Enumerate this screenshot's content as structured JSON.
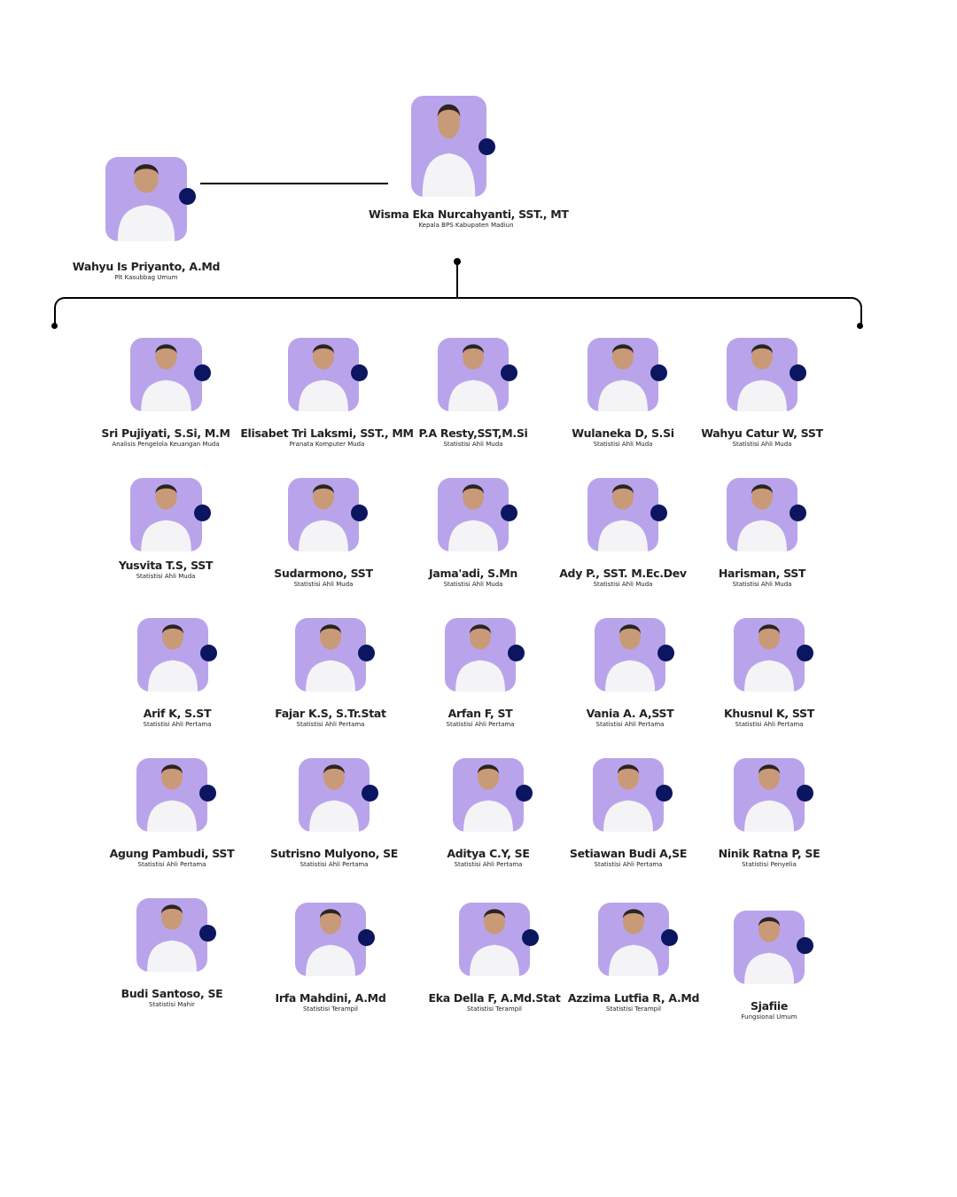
{
  "colors": {
    "card": "#b9a4ec",
    "dot": "#0b1560",
    "line": "#000000"
  },
  "head": {
    "name": "Wisma Eka Nurcahyanti, SST., MT",
    "role": "Kepala BPS Kabupaten Madiun"
  },
  "secretary": {
    "name": "Wahyu Is Priyanto, A.Md",
    "role": "Plt Kasubbag Umum"
  },
  "staff": [
    {
      "name": "Sri Pujiyati, S.Si, M.M",
      "role": "Analisis Pengelola Keuangan Muda"
    },
    {
      "name": "Elisabet Tri Laksmi, SST., MM",
      "role": "Pranata Komputer Muda"
    },
    {
      "name": "P.A Resty,SST,M.Si",
      "role": "Statistisi Ahli Muda"
    },
    {
      "name": "Wulaneka D, S.Si",
      "role": "Statistisi Ahli Muda"
    },
    {
      "name": "Wahyu Catur W, SST",
      "role": "Statistisi Ahli Muda"
    },
    {
      "name": "Yusvita T.S, SST",
      "role": "Statistisi Ahli Muda"
    },
    {
      "name": "Sudarmono, SST",
      "role": "Statistisi Ahli Muda"
    },
    {
      "name": "Jama'adi, S.Mn",
      "role": "Statistisi Ahli Muda"
    },
    {
      "name": "Ady P., SST. M.Ec.Dev",
      "role": "Statistisi Ahli Muda"
    },
    {
      "name": "Harisman, SST",
      "role": "Statistisi Ahli Muda"
    },
    {
      "name": "Arif K, S.ST",
      "role": "Statistisi Ahli Pertama"
    },
    {
      "name": "Fajar K.S, S.Tr.Stat",
      "role": "Statistisi Ahli Pertama"
    },
    {
      "name": "Arfan F, ST",
      "role": "Statistisi Ahli Pertama"
    },
    {
      "name": "Vania A. A,SST",
      "role": "Statistisi Ahli Pertama"
    },
    {
      "name": "Khusnul K, SST",
      "role": "Statistisi Ahli Pertama"
    },
    {
      "name": "Agung Pambudi, SST",
      "role": "Statistisi Ahli Pertama"
    },
    {
      "name": "Sutrisno Mulyono, SE",
      "role": "Statistisi Ahli Pertama"
    },
    {
      "name": "Aditya C.Y, SE",
      "role": "Statistisi Ahli Pertama"
    },
    {
      "name": "Setiawan Budi A,SE",
      "role": "Statistisi Ahli Pertama"
    },
    {
      "name": "Ninik Ratna P, SE",
      "role": "Statistisi Penyelia"
    },
    {
      "name": "Budi Santoso, SE",
      "role": "Statistisi Mahir"
    },
    {
      "name": "Irfa Mahdini, A.Md",
      "role": "Statistisi Terampil"
    },
    {
      "name": "Eka Della F, A.Md.Stat",
      "role": "Statistisi Terampil"
    },
    {
      "name": "Azzima Lutfia R, A.Md",
      "role": "Statistisi Terampil"
    },
    {
      "name": "Sjafiie",
      "role": "Fungsional Umum"
    }
  ]
}
